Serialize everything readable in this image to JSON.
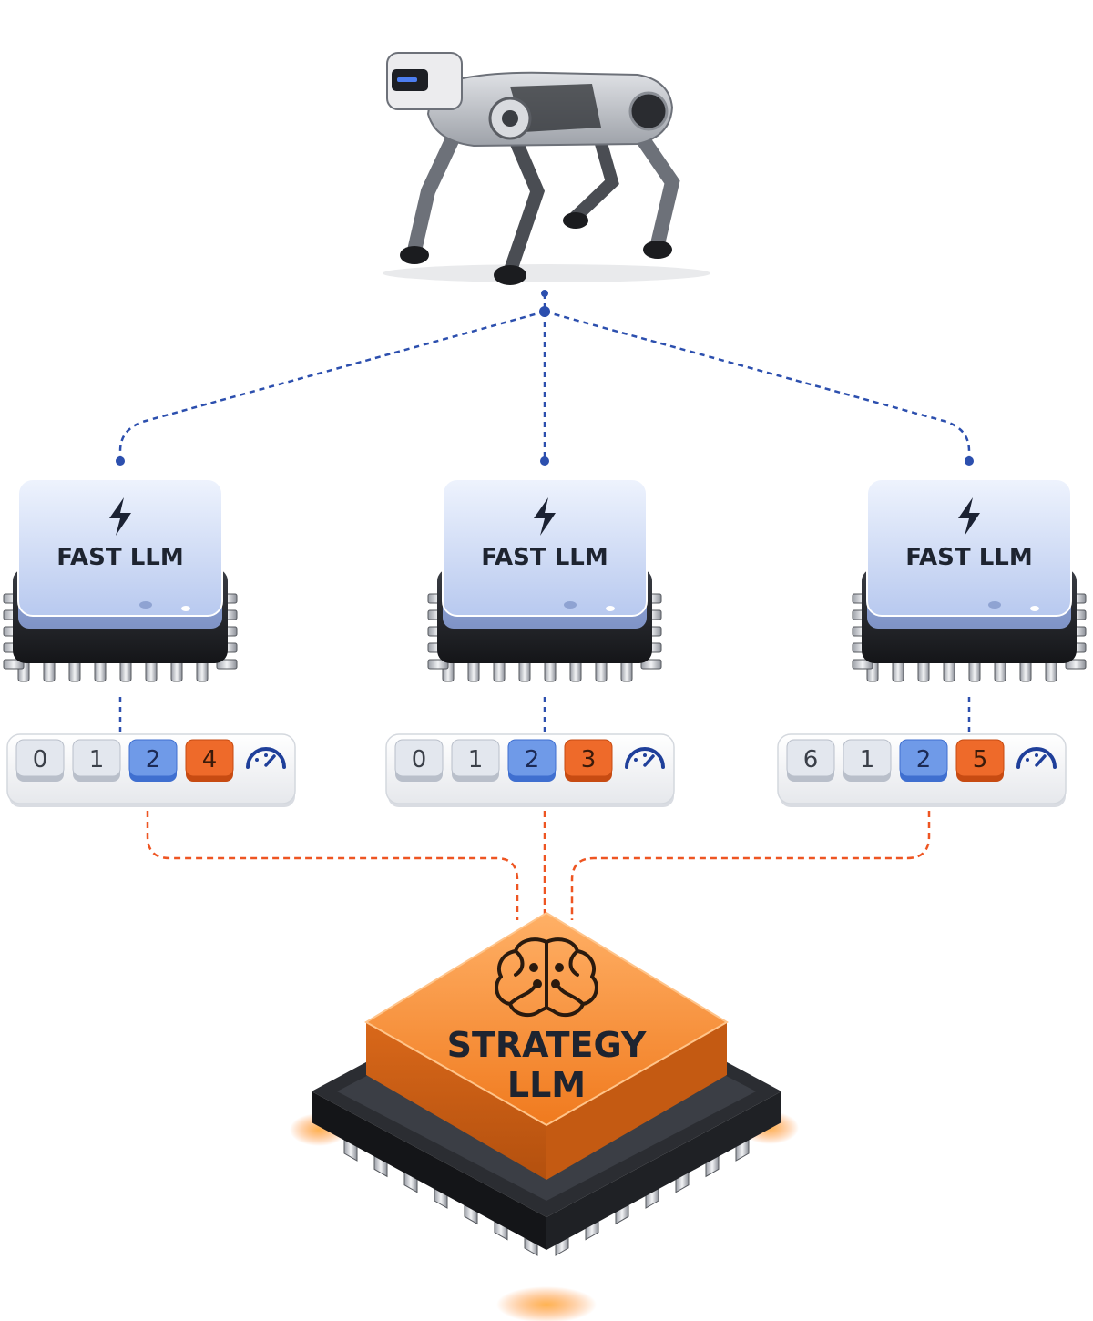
{
  "colors": {
    "blue_connector": "#2c4fae",
    "orange_connector": "#ee5522",
    "fast_cap": "#c9d7f4",
    "strategy_cap": "#f28a2e",
    "token_gray": "#e3e7ee",
    "token_blue": "#6f9ae8",
    "token_orange": "#ee6a2a"
  },
  "fast_chips": [
    {
      "label": "FAST LLM",
      "icon": "lightning-bolt-icon"
    },
    {
      "label": "FAST LLM",
      "icon": "lightning-bolt-icon"
    },
    {
      "label": "FAST LLM",
      "icon": "lightning-bolt-icon"
    }
  ],
  "token_bars": [
    {
      "tokens": [
        "0",
        "1",
        "2",
        "4"
      ],
      "token_colors": [
        "gray",
        "gray",
        "blue",
        "orange"
      ],
      "icon": "speedometer-icon"
    },
    {
      "tokens": [
        "0",
        "1",
        "2",
        "3"
      ],
      "token_colors": [
        "gray",
        "gray",
        "blue",
        "orange"
      ],
      "icon": "speedometer-icon"
    },
    {
      "tokens": [
        "6",
        "1",
        "2",
        "5"
      ],
      "token_colors": [
        "gray",
        "gray",
        "blue",
        "orange"
      ],
      "icon": "speedometer-icon"
    }
  ],
  "strategy_chip": {
    "label_line1": "STRATEGY",
    "label_line2": "LLM",
    "icon": "brain-icon"
  },
  "robot": {
    "icon": "robot-dog-icon"
  }
}
